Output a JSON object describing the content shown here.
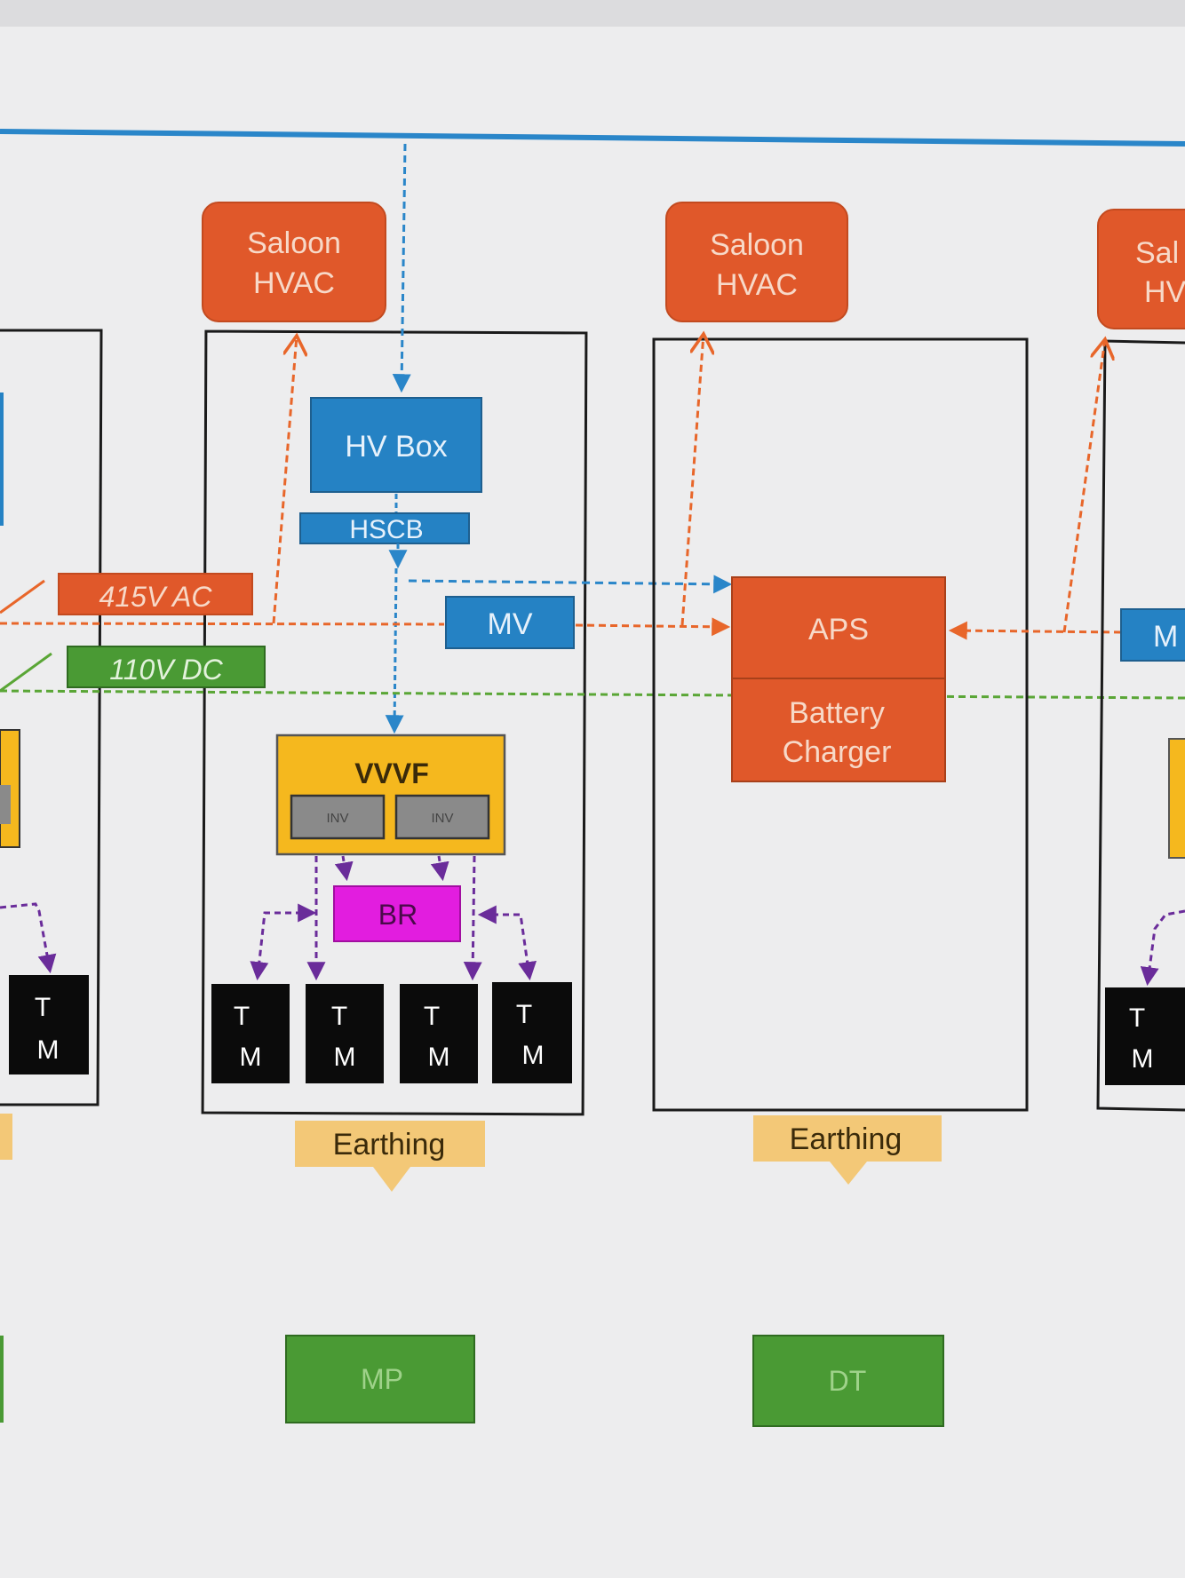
{
  "colors": {
    "background": "#ededee",
    "hv_line": "#2a86c9",
    "ac_line": "#e8662a",
    "dc_line": "#5aa636",
    "orange_box": "#e0582a",
    "blue_box": "#2582c4",
    "green_box": "#4a9a34",
    "vvvf_box": "#f5b81e",
    "inv_box": "#8a8a8a",
    "br_box": "#e21ddf",
    "tm_box": "#0b0b0b",
    "earthing": "#f3c877",
    "control_line": "#6a2c9a",
    "car_outline": "#1a1a1a"
  },
  "hvac": {
    "line1": "Saloon",
    "line2": "HVAC",
    "partial1": "Sal",
    "partial2": "HV"
  },
  "mp_car": {
    "hv_box": "HV Box",
    "hscb": "HSCB",
    "mv": "MV",
    "vvvf": "VVVF",
    "inv": "INV",
    "br": "BR",
    "tm_t": "T",
    "tm_m": "M",
    "earthing": "Earthing",
    "car_label": "MP"
  },
  "dt_car": {
    "aps": "APS",
    "battery_line1": "Battery",
    "battery_line2": "Charger",
    "earthing": "Earthing",
    "car_label": "DT"
  },
  "bus_labels": {
    "ac": "415V AC",
    "dc": "110V DC"
  },
  "right_car": {
    "mv_partial": "M",
    "tm_t": "T",
    "tm_m": "M"
  },
  "left_car": {
    "tm_t": "T",
    "tm_m": "M"
  }
}
